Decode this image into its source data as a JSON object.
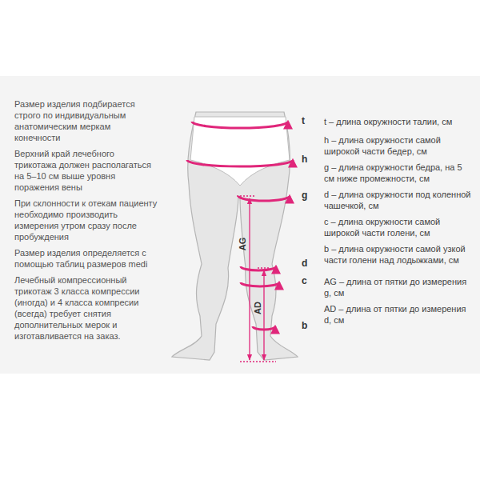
{
  "diagram": {
    "labels": [
      "Размер изделия подбирается строго по индивидуальным анатомическим меркам конечности",
      "Верхний край лечебного трикотажа должен располагаться на 5–10 см выше уровня поражения вены",
      "При склонности к отекам пациенту необходимо производить измерения утром сразу после пробуждения",
      "Размер изделия определяется с помощью таблиц размеров medi",
      "Лечебный компрессионный трикотаж 3 класса компрессии (иногда) и 4 класса компресии (всегда) требует снятия дополнительных мерок и изготавливается на заказ.",
      "t",
      "h",
      "g",
      "d",
      "c",
      "b",
      "AG",
      "AD",
      "t – длина окружности талии, см",
      "h – длина окружности самой широкой части бедер, см",
      "g – длина окружности бедра, на 5 см ниже промежности, см",
      "d – длина окружности под коленной чашечкой, см",
      "c – длина окружности самой широкой части голени, см",
      "b – длина окружности самой узкой части голени над лодыжками, см",
      "AG – длина от пятки до измерения g, см",
      "AD – длина от пятки до измерения d, см"
    ]
  }
}
